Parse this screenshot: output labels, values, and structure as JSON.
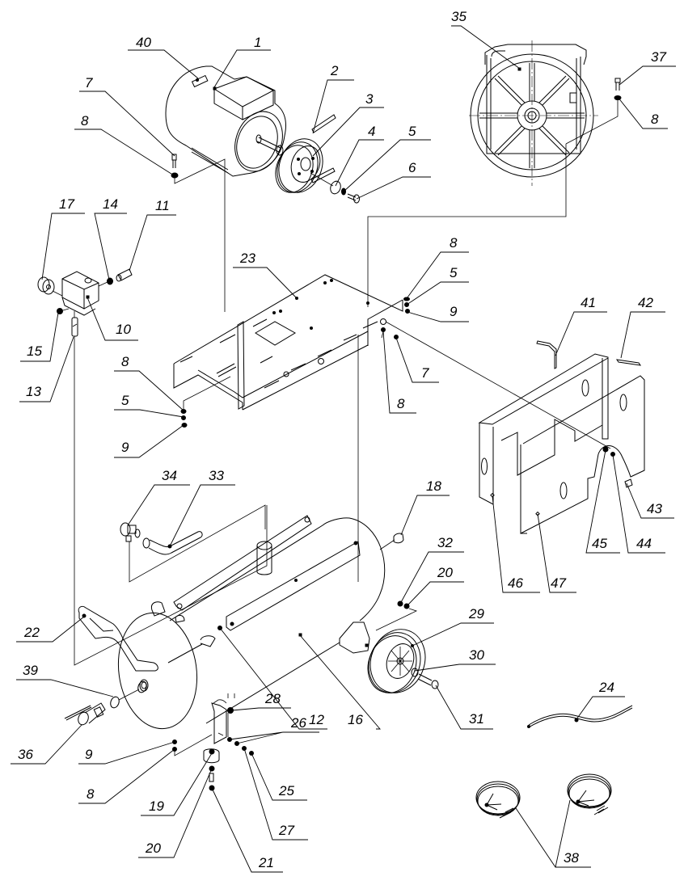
{
  "diagram": {
    "title": "Air compressor exploded parts diagram",
    "ink_color": "#000000",
    "background_color": "#ffffff"
  },
  "callouts": [
    {
      "id": "c40",
      "label": "40",
      "part": "motor-nameplate"
    },
    {
      "id": "c1",
      "label": "1",
      "part": "electric-motor"
    },
    {
      "id": "c2",
      "label": "2",
      "part": "key"
    },
    {
      "id": "c3",
      "label": "3",
      "part": "motor-pulley"
    },
    {
      "id": "c4",
      "label": "4",
      "part": "washer"
    },
    {
      "id": "c5a",
      "label": "5",
      "part": "spring-washer"
    },
    {
      "id": "c6",
      "label": "6",
      "part": "bolt"
    },
    {
      "id": "c7a",
      "label": "7",
      "part": "bolt"
    },
    {
      "id": "c8a",
      "label": "8",
      "part": "flat-washer"
    },
    {
      "id": "c35",
      "label": "35",
      "part": "pump-head"
    },
    {
      "id": "c37",
      "label": "37",
      "part": "bolt"
    },
    {
      "id": "c8b",
      "label": "8",
      "part": "flat-washer"
    },
    {
      "id": "c17",
      "label": "17",
      "part": "pressure-switch-knob"
    },
    {
      "id": "c14",
      "label": "14",
      "part": "connector"
    },
    {
      "id": "c11",
      "label": "11",
      "part": "safety-valve"
    },
    {
      "id": "c10",
      "label": "10",
      "part": "pressure-switch"
    },
    {
      "id": "c15",
      "label": "15",
      "part": "plug"
    },
    {
      "id": "c13",
      "label": "13",
      "part": "check-valve-fitting"
    },
    {
      "id": "c23",
      "label": "23",
      "part": "mounting-plate"
    },
    {
      "id": "c8c",
      "label": "8",
      "part": "flat-washer"
    },
    {
      "id": "c5b",
      "label": "5",
      "part": "spring-washer"
    },
    {
      "id": "c9a",
      "label": "9",
      "part": "nut"
    },
    {
      "id": "c7b",
      "label": "7",
      "part": "bolt"
    },
    {
      "id": "c8d",
      "label": "8",
      "part": "flat-washer"
    },
    {
      "id": "c8e",
      "label": "8",
      "part": "flat-washer"
    },
    {
      "id": "c5c",
      "label": "5",
      "part": "spring-washer"
    },
    {
      "id": "c9b",
      "label": "9",
      "part": "nut"
    },
    {
      "id": "c41",
      "label": "41",
      "part": "bracket"
    },
    {
      "id": "c42",
      "label": "42",
      "part": "pin"
    },
    {
      "id": "c43",
      "label": "43",
      "part": "screw"
    },
    {
      "id": "c44",
      "label": "44",
      "part": "washer"
    },
    {
      "id": "c45",
      "label": "45",
      "part": "screw"
    },
    {
      "id": "c46",
      "label": "46",
      "part": "belt-guard-rear"
    },
    {
      "id": "c47",
      "label": "47",
      "part": "belt-guard-front"
    },
    {
      "id": "c34",
      "label": "34",
      "part": "elbow-fitting"
    },
    {
      "id": "c33",
      "label": "33",
      "part": "discharge-tube"
    },
    {
      "id": "c18",
      "label": "18",
      "part": "plug"
    },
    {
      "id": "c32",
      "label": "32",
      "part": "washer"
    },
    {
      "id": "c20a",
      "label": "20",
      "part": "nut"
    },
    {
      "id": "c22",
      "label": "22",
      "part": "handle"
    },
    {
      "id": "c29",
      "label": "29",
      "part": "wheel"
    },
    {
      "id": "c30",
      "label": "30",
      "part": "washer"
    },
    {
      "id": "c39",
      "label": "39",
      "part": "nipple"
    },
    {
      "id": "c31",
      "label": "31",
      "part": "axle-bolt"
    },
    {
      "id": "c28",
      "label": "28",
      "part": "drain-valve"
    },
    {
      "id": "c12",
      "label": "12",
      "part": "grip"
    },
    {
      "id": "c16",
      "label": "16",
      "part": "air-tank"
    },
    {
      "id": "c26",
      "label": "26",
      "part": "bolt"
    },
    {
      "id": "c24",
      "label": "24",
      "part": "hose"
    },
    {
      "id": "c36",
      "label": "36",
      "part": "ball-valve"
    },
    {
      "id": "c9c",
      "label": "9",
      "part": "nut"
    },
    {
      "id": "c8f",
      "label": "8",
      "part": "flat-washer"
    },
    {
      "id": "c25",
      "label": "25",
      "part": "nut"
    },
    {
      "id": "c27",
      "label": "27",
      "part": "washer"
    },
    {
      "id": "c19",
      "label": "19",
      "part": "rubber-foot"
    },
    {
      "id": "c20b",
      "label": "20",
      "part": "nut"
    },
    {
      "id": "c21",
      "label": "21",
      "part": "bolt"
    },
    {
      "id": "c38",
      "label": "38",
      "part": "cable-coil"
    }
  ]
}
